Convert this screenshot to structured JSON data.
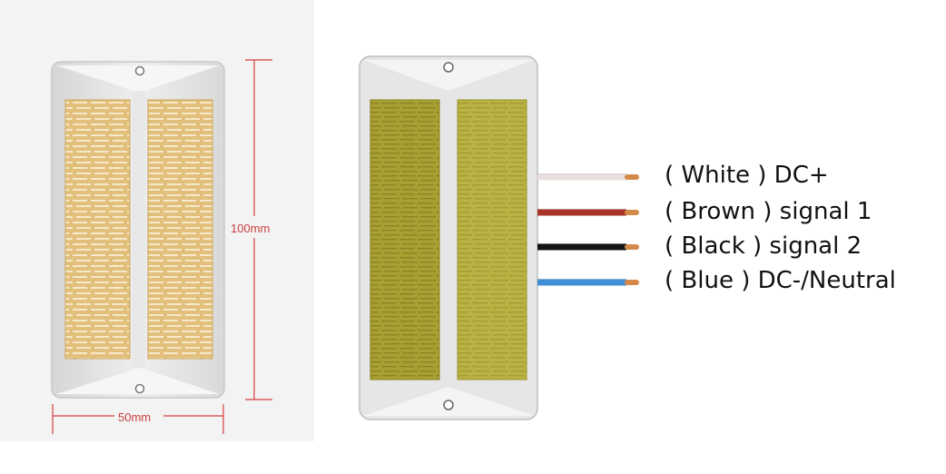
{
  "dimensions": {
    "height_label": "100mm",
    "width_label": "50mm"
  },
  "wires": [
    {
      "label": "( White ) DC+",
      "color": "#e9dede"
    },
    {
      "label": "( Brown ) signal 1",
      "color": "#a8342a"
    },
    {
      "label": "( Black ) signal 2",
      "color": "#141414"
    },
    {
      "label": "( Blue ) DC-/Neutral",
      "color": "#3f8fd6"
    }
  ],
  "colors": {
    "plate_body": "#e4e4e4",
    "electrode_left_photo": "#d8b36a",
    "electrode_right_photo": "#e0c07a",
    "electrode_left_diagram": "#a9a032",
    "electrode_right_diagram": "#b8b040",
    "dimension_line": "#d84040",
    "copper_tip": "#d4894a"
  }
}
